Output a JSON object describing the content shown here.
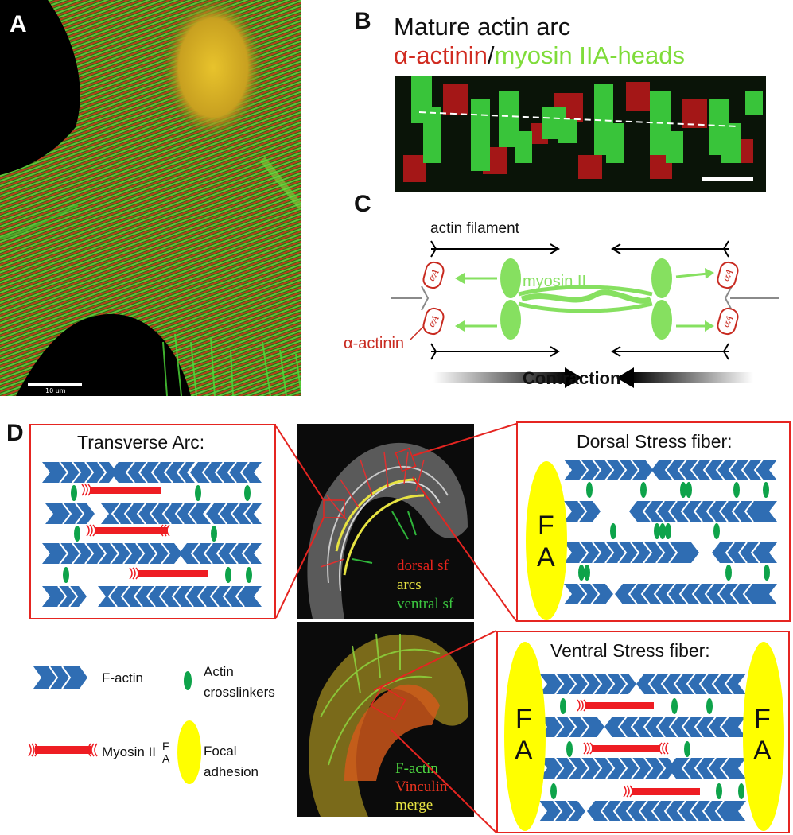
{
  "panels": {
    "a": {
      "letter": "A",
      "scalebar_label": "10 um"
    },
    "b": {
      "letter": "B",
      "title": "Mature actin arc",
      "label_alpha": "α-actinin",
      "label_sep": "/",
      "label_myosin": "myosin IIA-heads"
    },
    "c": {
      "letter": "C",
      "actin_filament": "actin filament",
      "myosin": "myosin II",
      "alpha_actinin": "α-actinin",
      "aA": "αA",
      "contraction": "Contraction"
    },
    "d": {
      "letter": "D",
      "transverse_title": "Transverse Arc:",
      "dorsal_title": "Dorsal Stress fiber:",
      "ventral_title": "Ventral Stress fiber:",
      "fa_f": "F",
      "fa_a": "A",
      "image_top_labels": [
        "dorsal sf",
        "arcs",
        "ventral sf"
      ],
      "image_bottom_labels": [
        "F-actin",
        "Vinculin",
        "merge"
      ],
      "legend": {
        "factin": "F-actin",
        "crosslinkers": "Actin\ncrosslinkers",
        "myosin": "Myosin II",
        "focal_adhesion": "Focal\nadhesion"
      }
    }
  },
  "colors": {
    "actin_blue": "#2f6db3",
    "myosin_red": "#ee1d23",
    "crosslinker_green": "#0ea34a",
    "fa_yellow": "#ffff00",
    "box_red": "#e52521",
    "diagram_green": "#86e060",
    "alpha_red": "#d02b20",
    "label_red": "#e8231c",
    "label_green": "#7fdc3a"
  }
}
